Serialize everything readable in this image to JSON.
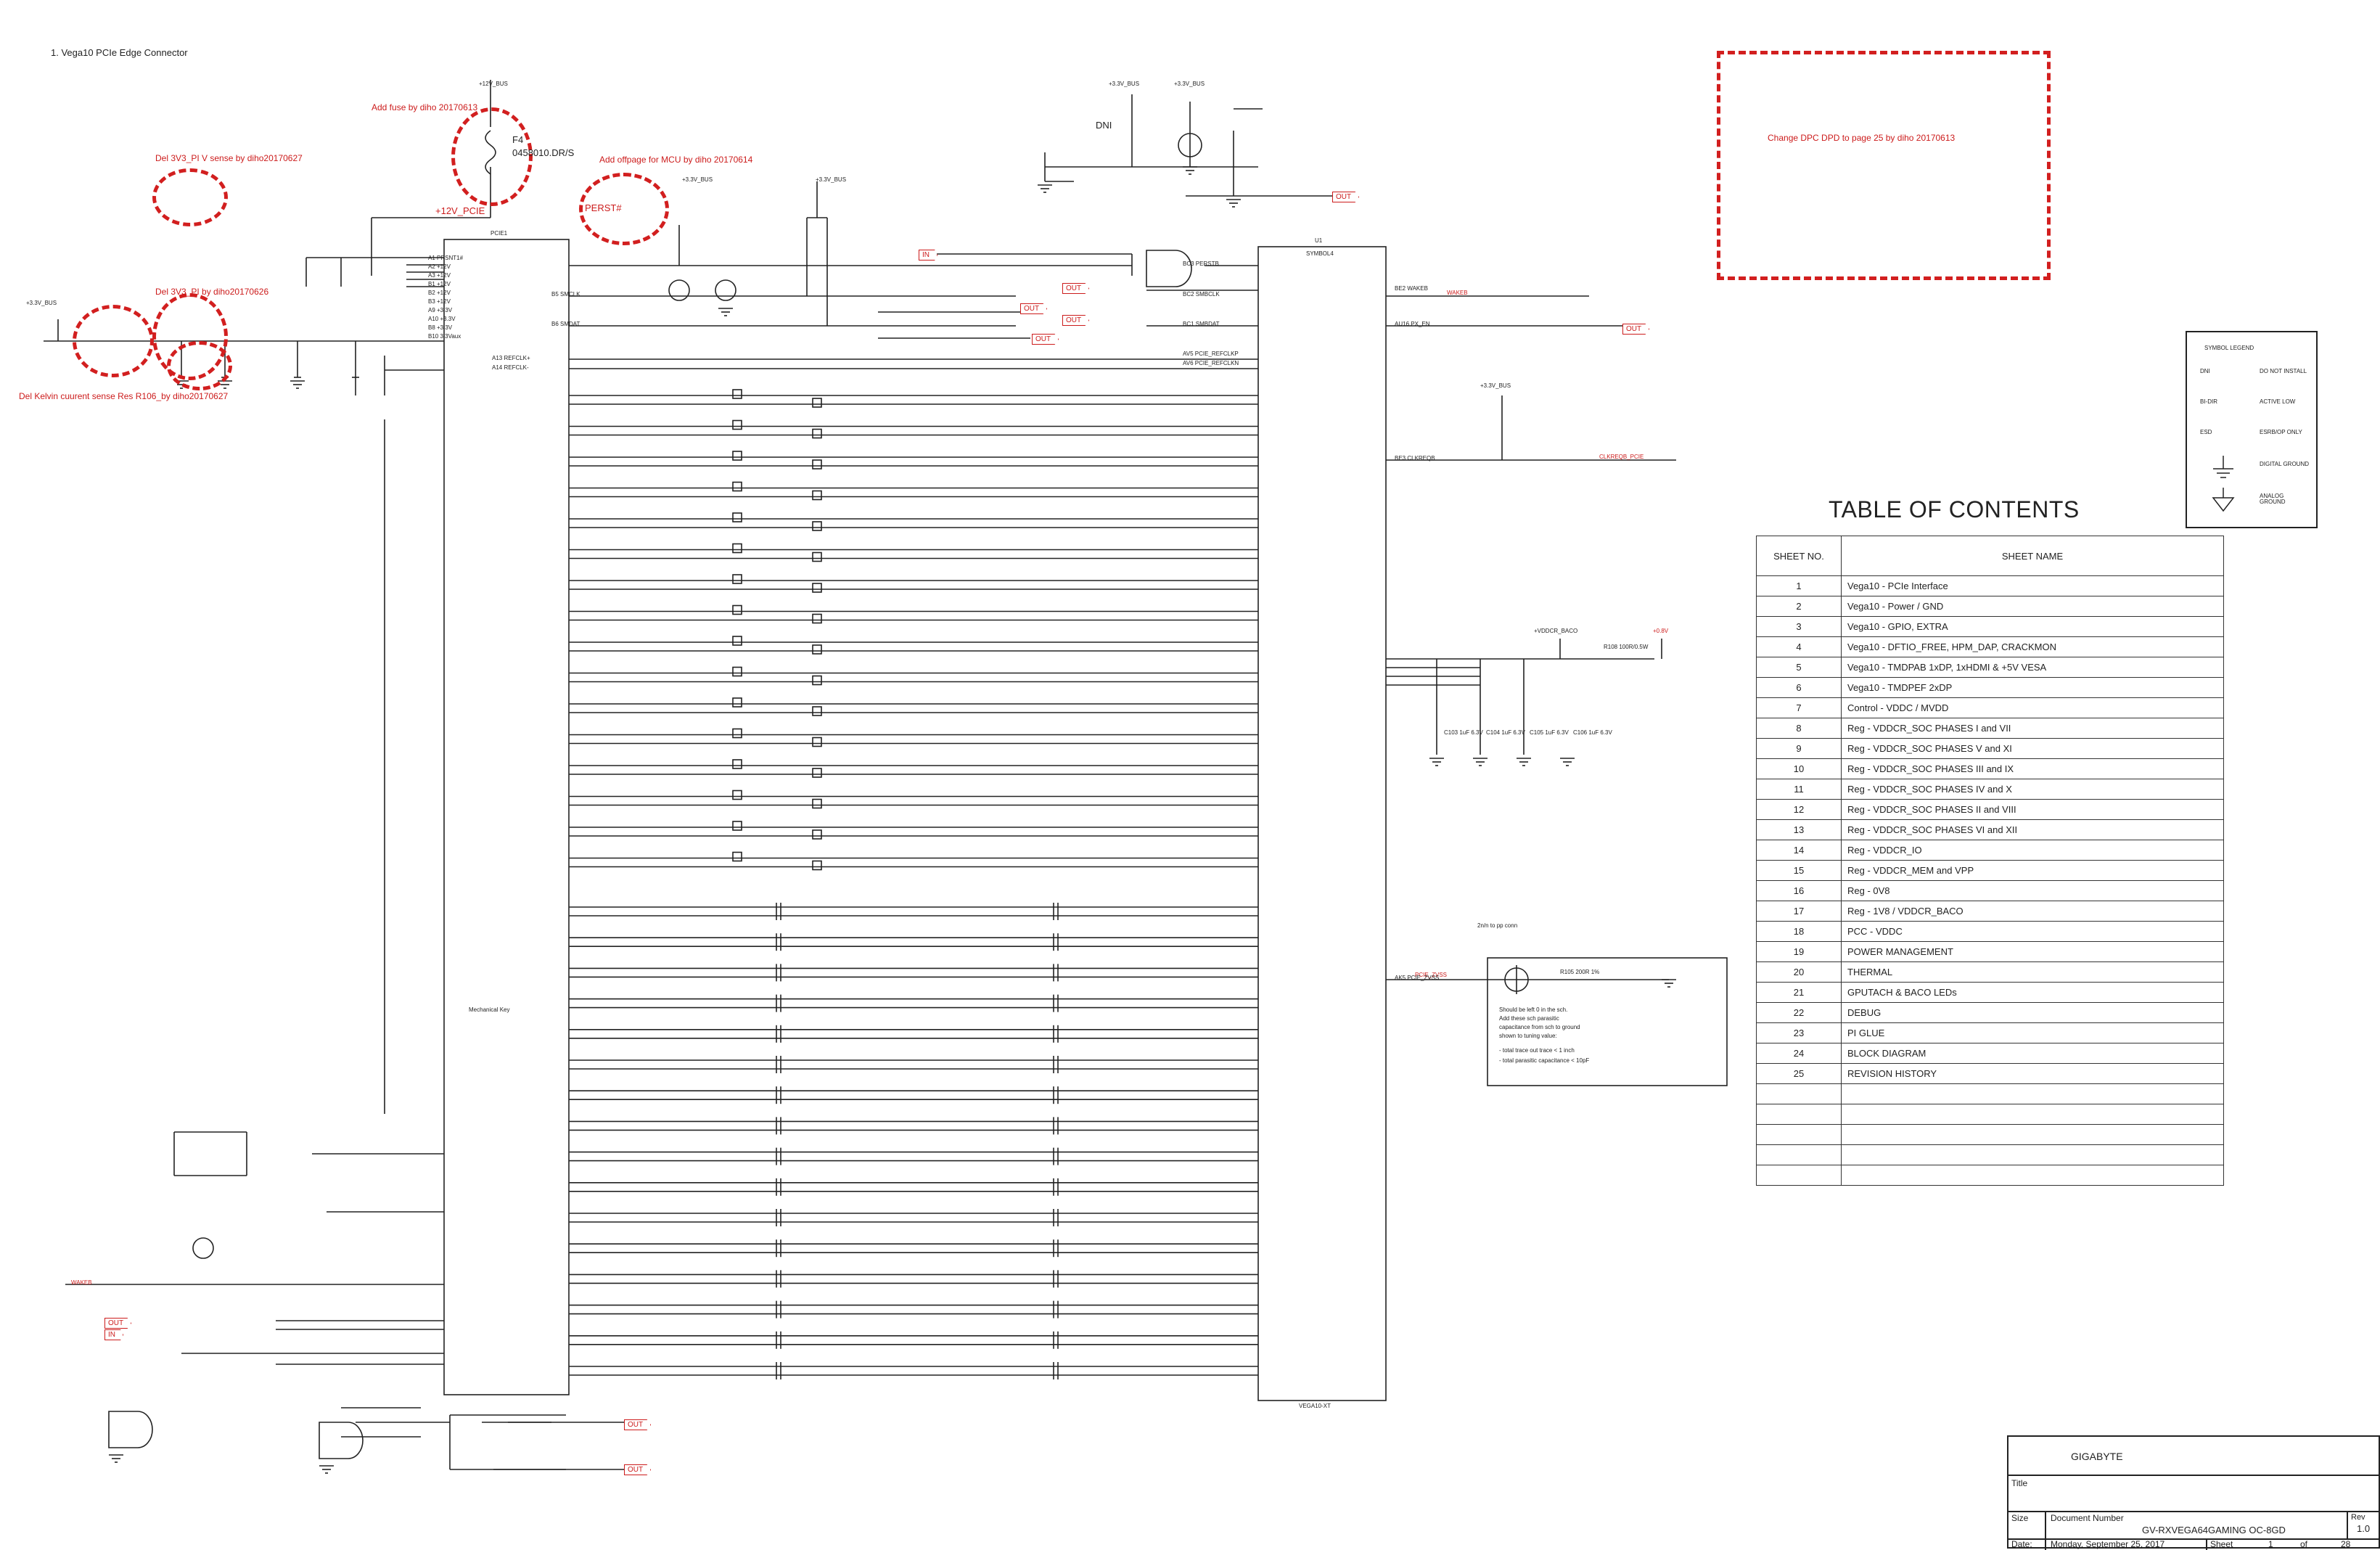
{
  "sheet": {
    "heading": "1. Vega10 PCIe Edge Connector",
    "notes": {
      "add_fuse": "Add fuse by diho 20170613",
      "del_3v3_pi_v": "Del 3V3_PI V sense by diho20170627",
      "del_3v3_pi": "Del 3V3_PI by diho20170626",
      "del_kelvin": "Del Kelvin cuurent sense Res R106_by diho20170627",
      "add_offpage": "Add offpage for MCU by diho 20170614",
      "change_dpc": "Change DPC DPD to page 25 by diho 20170613"
    },
    "fuse": {
      "ref": "F4",
      "part": "0458010.DR/S",
      "net": "+12V_BUS"
    },
    "nets": {
      "p12v_pcie": "+12V_PCIE",
      "perst": "PERST#",
      "in": "IN",
      "out": "OUT",
      "p3v3_bus": "+3.3V_BUS",
      "dni": "DNI",
      "wake": "WAKEB",
      "clkreq": "CLKREQB_PCIE",
      "pvddcr": "+VDDCR_BACO",
      "v0_8": "+0.8V",
      "pcie_zvss": "PCIE_ZVSS",
      "mech_key": "Mechanical Key"
    },
    "connector": {
      "ref": "PCIE1",
      "top_pins": [
        "A1 PRSNT1#",
        "A2 +12V",
        "A3 +12V",
        "B1 +12V",
        "B2 +12V",
        "B3 +12V",
        "A9 +3.3V",
        "A10 +3.3V",
        "B8 +3.3V",
        "B10 3.3Vaux"
      ],
      "signal_pins": [
        "B5 SMCLK",
        "B6 SMDAT",
        "A13 REFCLK+",
        "A14 REFCLK-"
      ]
    },
    "gpu": {
      "ref": "U1",
      "part": "VEGA10-XT",
      "label": "SYMBOL4",
      "pins": [
        "BC3 PERSTB",
        "BC2 SMBCLK",
        "BC1 SMBDAT",
        "AV5 PCIE_REFCLKP",
        "AV6 PCIE_REFCLKN",
        "BE2 WAKEB",
        "AU16 PX_EN",
        "BE3 CLKREQB",
        "AK5 PCIE_ZVSS"
      ]
    },
    "baco_caps": [
      "C103 1uF 6.3V",
      "C104 1uF 6.3V",
      "C105 1uF 6.3V",
      "C106 1uF 6.3V"
    ],
    "resistor_r108": "R108 100R/0.5W",
    "zvss_resistor": "R105 200R 1%",
    "zvss_note": [
      "Should be left 0 in the sch.",
      "Add these sch parasitic",
      "capacitance from sch to ground",
      "shown to tuning value:",
      "- total trace out trace < 1 inch",
      "- total parasitic capacitance < 10pF"
    ],
    "zvss_caption": "2n/n to pp conn",
    "symbol_legend": {
      "title": "SYMBOL LEGEND",
      "rows": [
        [
          "DNI",
          "DO NOT INSTALL"
        ],
        [
          "BI-DIR",
          "ACTIVE LOW"
        ],
        [
          "ESD",
          "ESRB/OP ONLY"
        ],
        [
          "GND",
          "DIGITAL GROUND"
        ],
        [
          "AGND",
          "ANALOG GROUND"
        ]
      ]
    }
  },
  "toc": {
    "title": "TABLE OF CONTENTS",
    "col_no": "SHEET NO.",
    "col_name": "SHEET NAME",
    "rows": [
      [
        "1",
        "Vega10 - PCIe Interface"
      ],
      [
        "2",
        "Vega10 - Power / GND"
      ],
      [
        "3",
        "Vega10 - GPIO, EXTRA"
      ],
      [
        "4",
        "Vega10 - DFTIO_FREE, HPM_DAP, CRACKMON"
      ],
      [
        "5",
        "Vega10 - TMDPAB 1xDP, 1xHDMI & +5V VESA"
      ],
      [
        "6",
        "Vega10 - TMDPEF 2xDP"
      ],
      [
        "7",
        "Control - VDDC / MVDD"
      ],
      [
        "8",
        "Reg - VDDCR_SOC PHASES I and VII"
      ],
      [
        "9",
        "Reg - VDDCR_SOC PHASES V and XI"
      ],
      [
        "10",
        "Reg - VDDCR_SOC PHASES III and IX"
      ],
      [
        "11",
        "Reg - VDDCR_SOC PHASES IV and X"
      ],
      [
        "12",
        "Reg - VDDCR_SOC PHASES II and VIII"
      ],
      [
        "13",
        "Reg - VDDCR_SOC PHASES VI and XII"
      ],
      [
        "14",
        "Reg - VDDCR_IO"
      ],
      [
        "15",
        "Reg - VDDCR_MEM and VPP"
      ],
      [
        "16",
        "Reg - 0V8"
      ],
      [
        "17",
        "Reg - 1V8 / VDDCR_BACO"
      ],
      [
        "18",
        "PCC - VDDC"
      ],
      [
        "19",
        "POWER MANAGEMENT"
      ],
      [
        "20",
        "THERMAL"
      ],
      [
        "21",
        "GPUTACH & BACO LEDs"
      ],
      [
        "22",
        "DEBUG"
      ],
      [
        "23",
        "PI GLUE"
      ],
      [
        "24",
        "BLOCK DIAGRAM"
      ],
      [
        "25",
        "REVISION HISTORY"
      ],
      [
        "",
        ""
      ],
      [
        "",
        ""
      ],
      [
        "",
        ""
      ],
      [
        "",
        ""
      ],
      [
        "",
        ""
      ]
    ]
  },
  "title_block": {
    "company": "GIGABYTE",
    "title_label": "Title",
    "size_label": "Size",
    "doc_label": "Document Number",
    "doc_number": "GV-RXVEGA64GAMING OC-8GD",
    "rev_label": "Rev",
    "rev": "1.0",
    "date_label": "Date:",
    "date": "Monday, September 25, 2017",
    "sheet_label": "Sheet",
    "sheet_no": "1",
    "of_label": "of",
    "sheet_total": "28"
  },
  "colors": {
    "note_red": "#d21f1f",
    "wire": "#222222",
    "net_red": "#cc1b1b"
  }
}
